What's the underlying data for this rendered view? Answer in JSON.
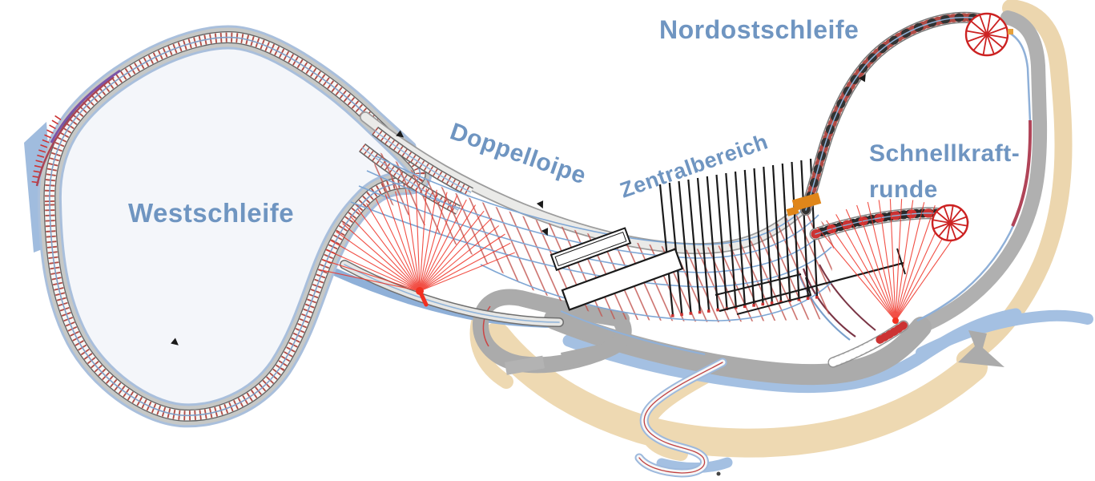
{
  "map": {
    "area_labels": [
      {
        "id": "westschleife",
        "text": "Westschleife"
      },
      {
        "id": "doppelloipe",
        "text": "Doppelloipe"
      },
      {
        "id": "zentralbereich",
        "text": "Zentralbereich"
      },
      {
        "id": "nordostschleife",
        "text": "Nordostschleife"
      },
      {
        "id": "schnellkraft1",
        "text": "Schnellkraft-"
      },
      {
        "id": "schnellkraft2",
        "text": "runde"
      }
    ]
  },
  "colors": {
    "label_blue": "#6f95c1",
    "tie_red": "#b14a44",
    "fan_red": "#ef3125",
    "wheel_red": "#cc2222",
    "marker_orange": "#e0861a",
    "road_gray": "#ababab",
    "shadow_tan": "#ecd6ae",
    "outer_blue": "#a9bfdc",
    "center_line_blue": "#8fb3d9",
    "loop_fill": "#f4f6fa"
  }
}
